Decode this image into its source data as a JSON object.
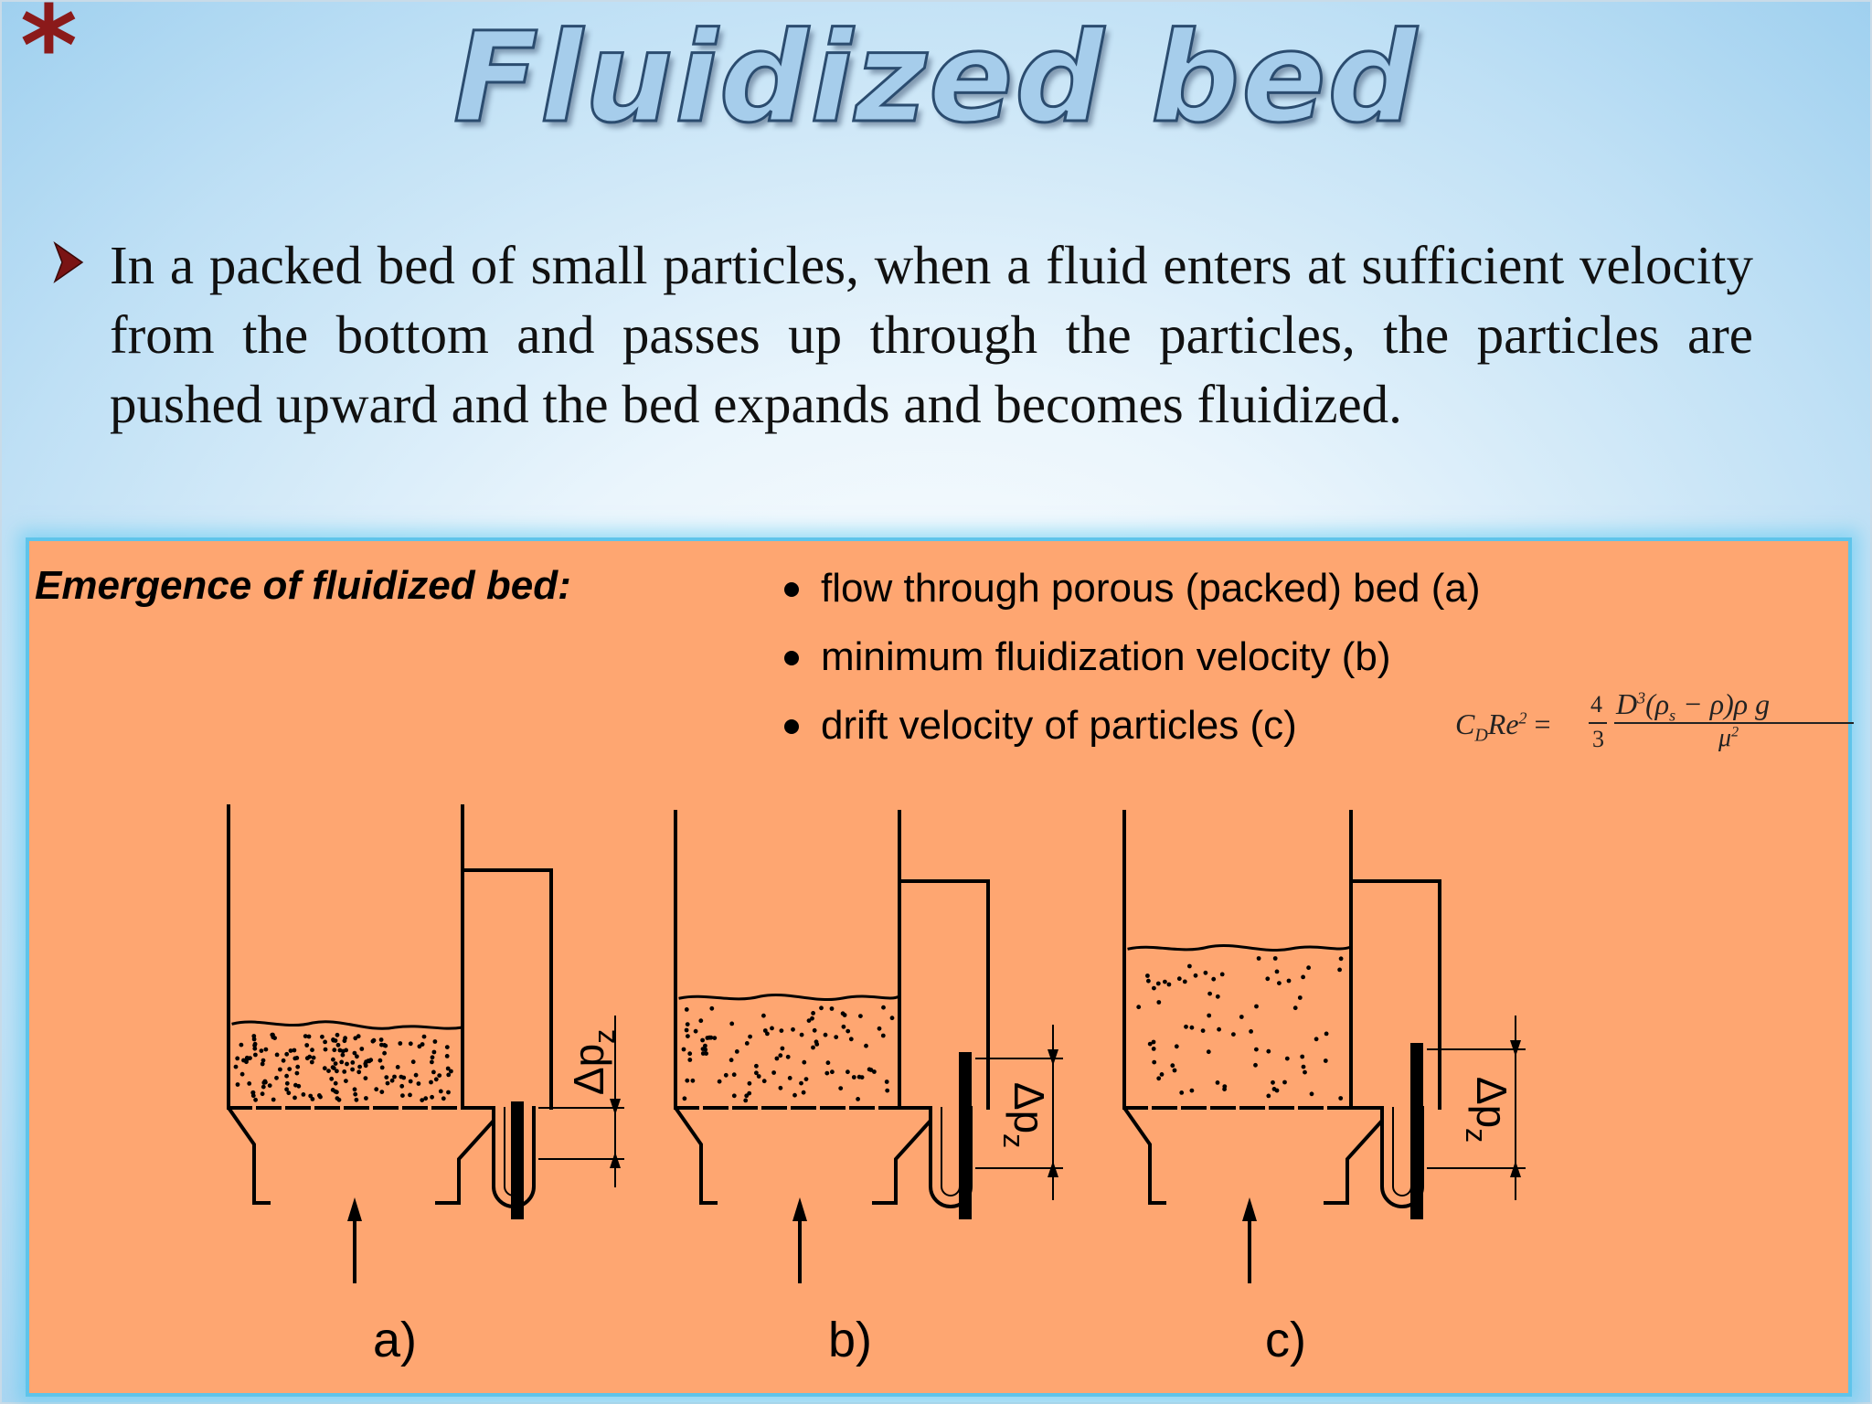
{
  "slide": {
    "title": "Fluidized bed",
    "bullet": "In a packed bed of small particles, when  a fluid enters at sufficient velocity from the bottom and passes up through the particles, the particles are pushed upward and the bed expands and becomes fluidized."
  },
  "figure": {
    "heading": "Emergence of fluidized bed:",
    "items": [
      "flow through porous (packed) bed (a)",
      "minimum fluidization velocity (b)",
      "drift velocity of particles (c)"
    ],
    "formula": {
      "lhs_c": "C",
      "lhs_c_sub": "D",
      "lhs_re": "Re",
      "lhs_re_sup": "2",
      "equals": "=",
      "coef_num": "4",
      "coef_den": "3",
      "num": "D",
      "num_sup": "3",
      "num_rest_a": "(ρ",
      "num_rest_sub": "s",
      "num_rest_b": " − ρ)ρ g",
      "den": "μ",
      "den_sup": "2"
    },
    "stages": [
      {
        "label": "a)",
        "dp_label": "Δp",
        "dp_sub": "z"
      },
      {
        "label": "b)",
        "dp_label": "Δp",
        "dp_sub": "z"
      },
      {
        "label": "c)",
        "dp_label": "Δp",
        "dp_sub": "z"
      }
    ],
    "colors": {
      "panel": "#fea671",
      "panel_border": "#5fc4ea",
      "title_fill": "#a6cdeb",
      "asterisk": "#8b1a1a"
    }
  }
}
